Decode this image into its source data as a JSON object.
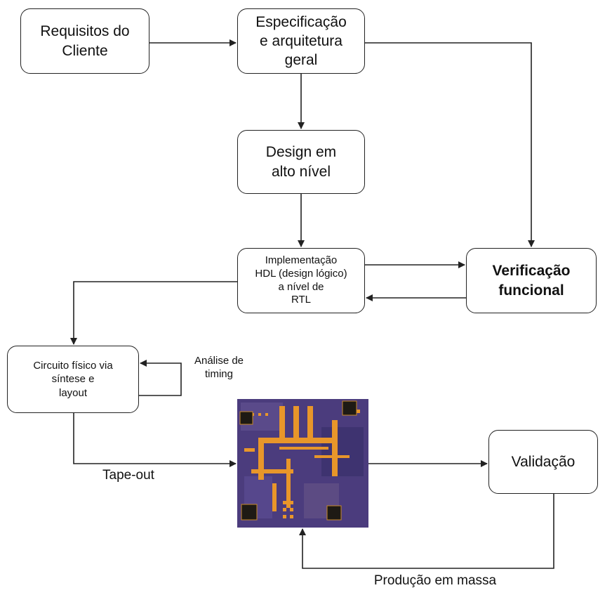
{
  "diagram": {
    "nodes": {
      "requisitos": "Requisitos do\nCliente",
      "especificacao": "Especificação\ne arquitetura\ngeral",
      "design_alto_nivel": "Design em\nalto nível",
      "implementacao_hdl": "Implementação\nHDL (design lógico)\na nível de\nRTL",
      "verificacao": "Verificação\nfuncional",
      "circuito_fisico": "Circuito físico via\nsíntese e\nlayout",
      "validacao": "Validação"
    },
    "edge_labels": {
      "analise_timing": "Análise de\ntiming",
      "tape_out": "Tape-out",
      "producao_massa": "Produção em massa"
    },
    "colors": {
      "line": "#222222",
      "chip_bg": "#4a3a7a",
      "chip_gold": "#e8962a",
      "chip_pad": "#1e1a14"
    }
  }
}
